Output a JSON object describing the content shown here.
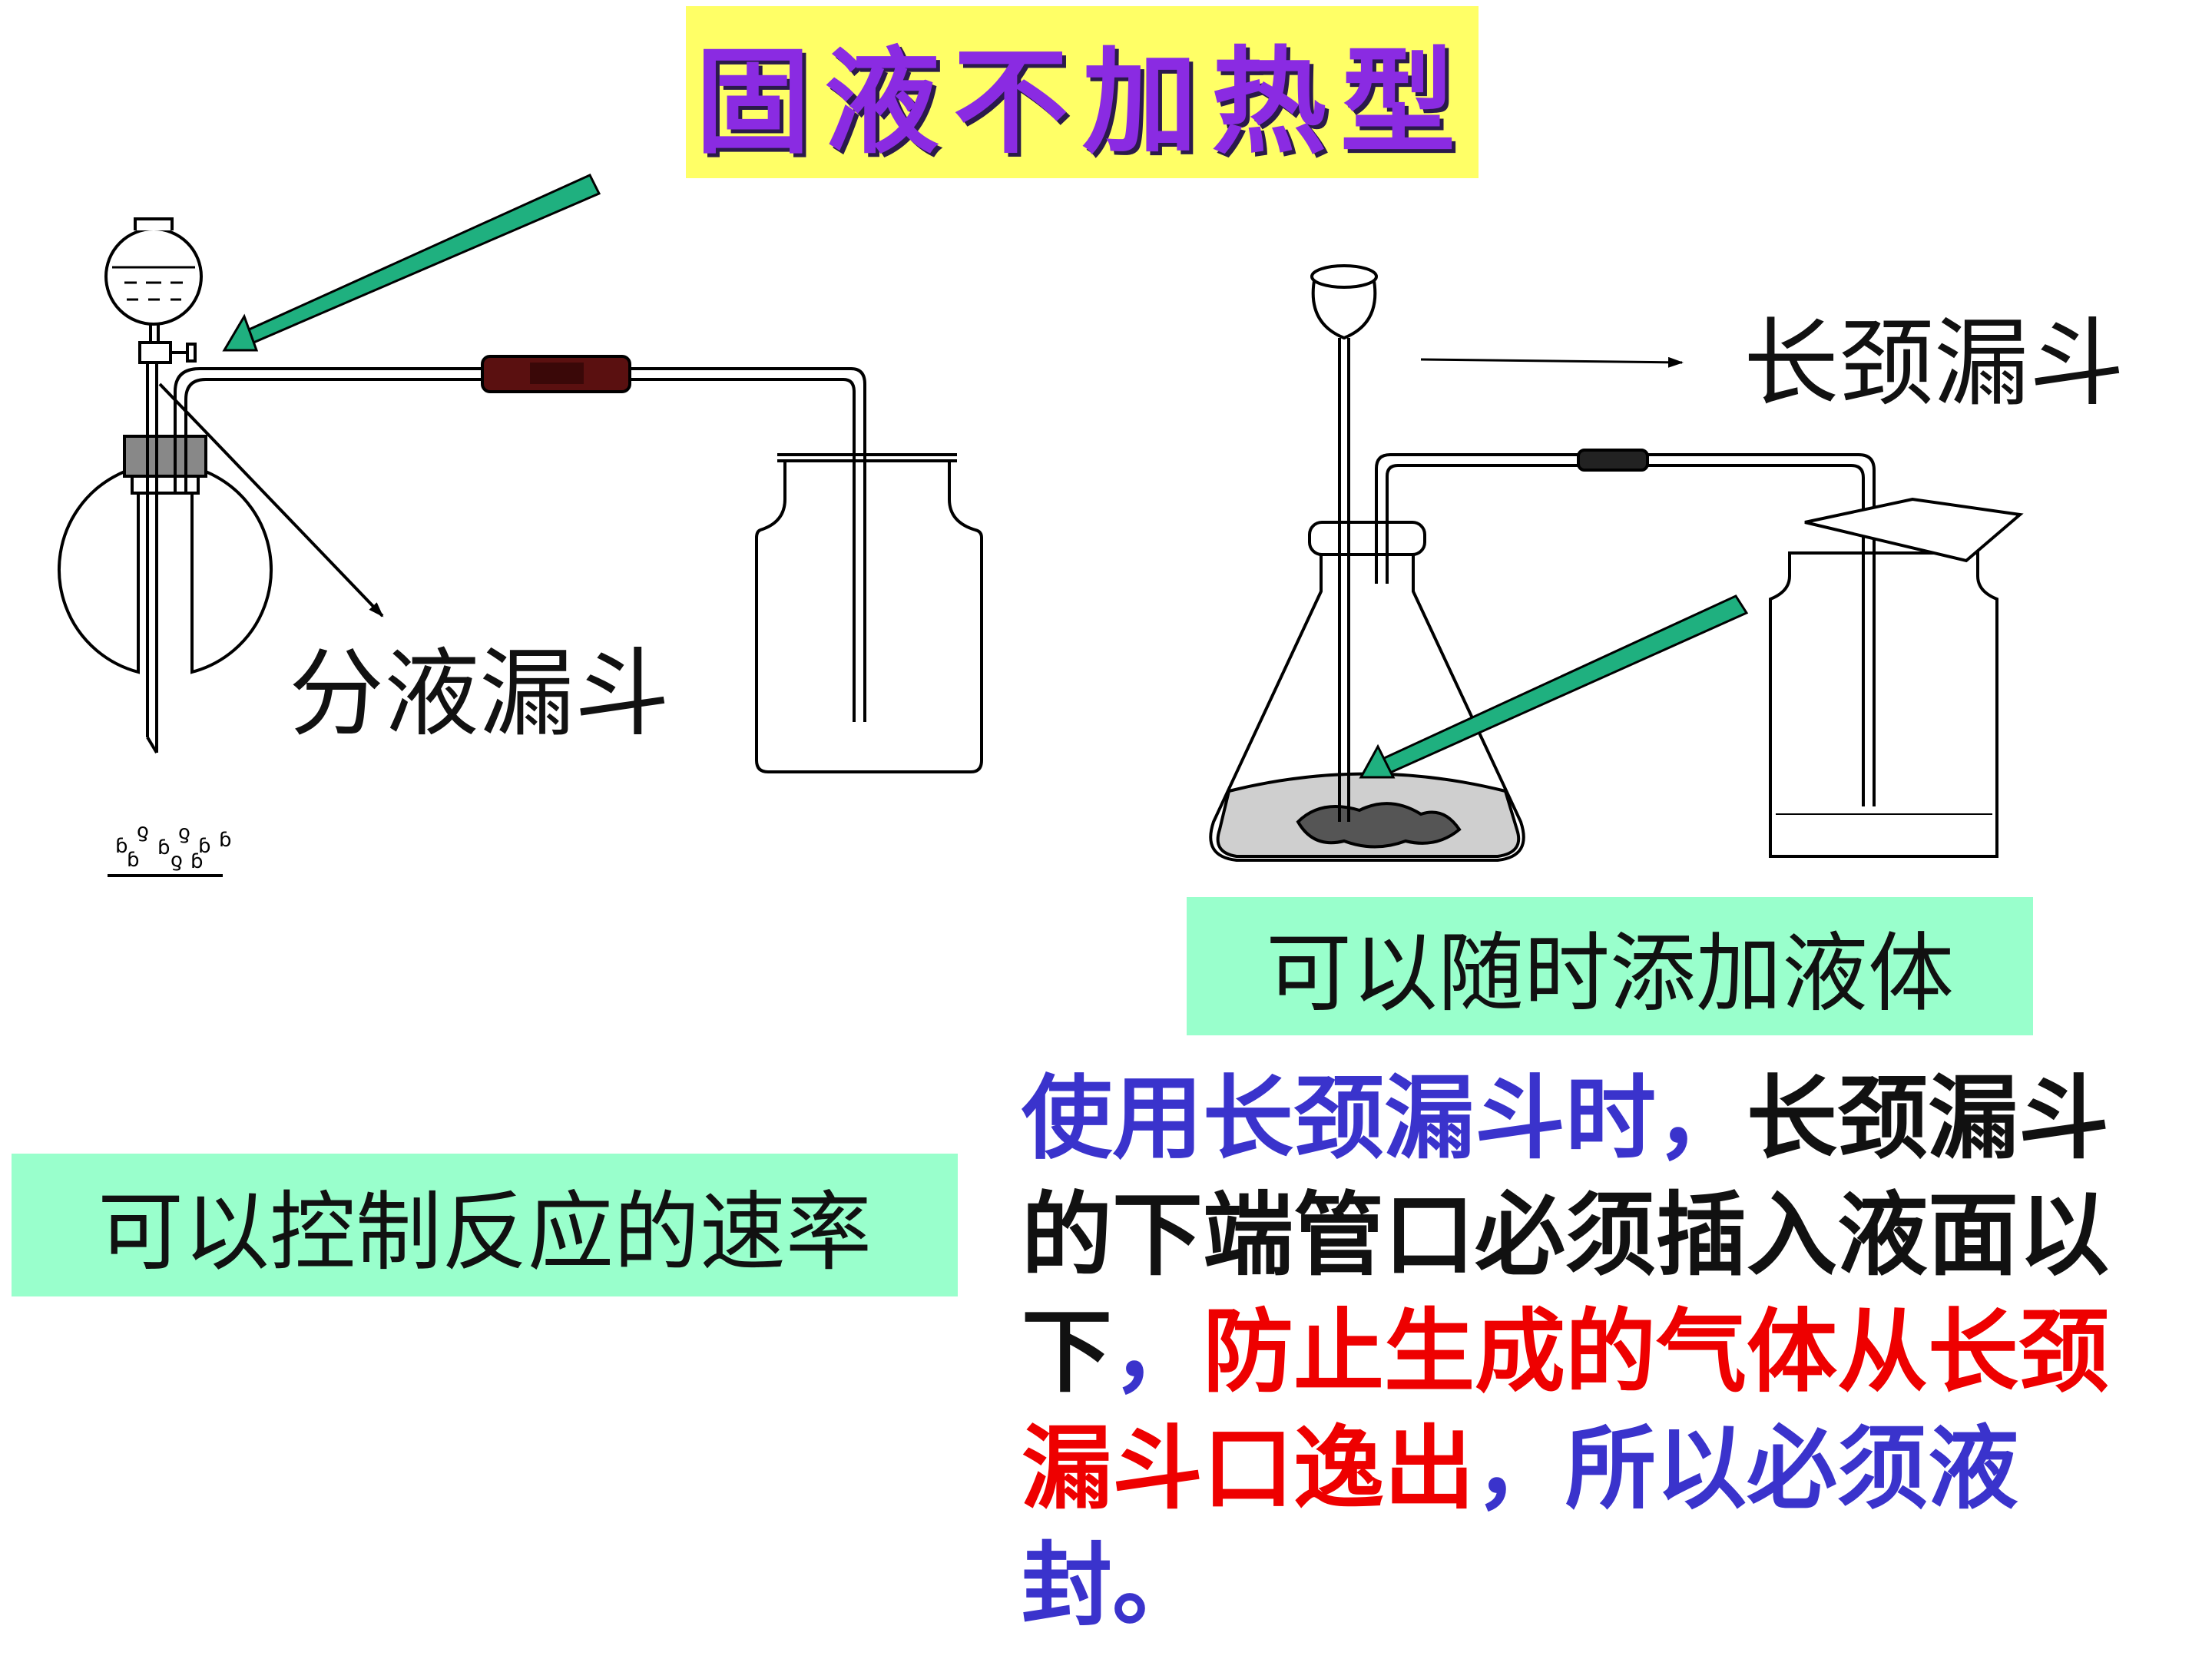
{
  "title": "固液不加热型",
  "labels": {
    "separatory_funnel": "分液漏斗",
    "long_neck_funnel": "长颈漏斗"
  },
  "notes": {
    "left_box": "可以控制反应的速率",
    "right_box": "可以随时添加液体"
  },
  "paragraph": [
    {
      "text": "使用长颈漏斗时，",
      "color": "blue"
    },
    {
      "text": "长颈漏斗的下端管口必须插入液面以下",
      "color": "black"
    },
    {
      "text": "，",
      "color": "blue"
    },
    {
      "text": "防止生成的气体从长颈漏斗口逸出",
      "color": "red"
    },
    {
      "text": "，所以必须液封。",
      "color": "blue"
    }
  ],
  "colors": {
    "title_bg": "#ffff66",
    "title_text": "#8a2be2",
    "note_bg": "#99ffcc",
    "arrow": "#1fb07f",
    "blue": "#3a33cc",
    "red": "#ee0000",
    "rubber_tube": "#5a1010"
  }
}
